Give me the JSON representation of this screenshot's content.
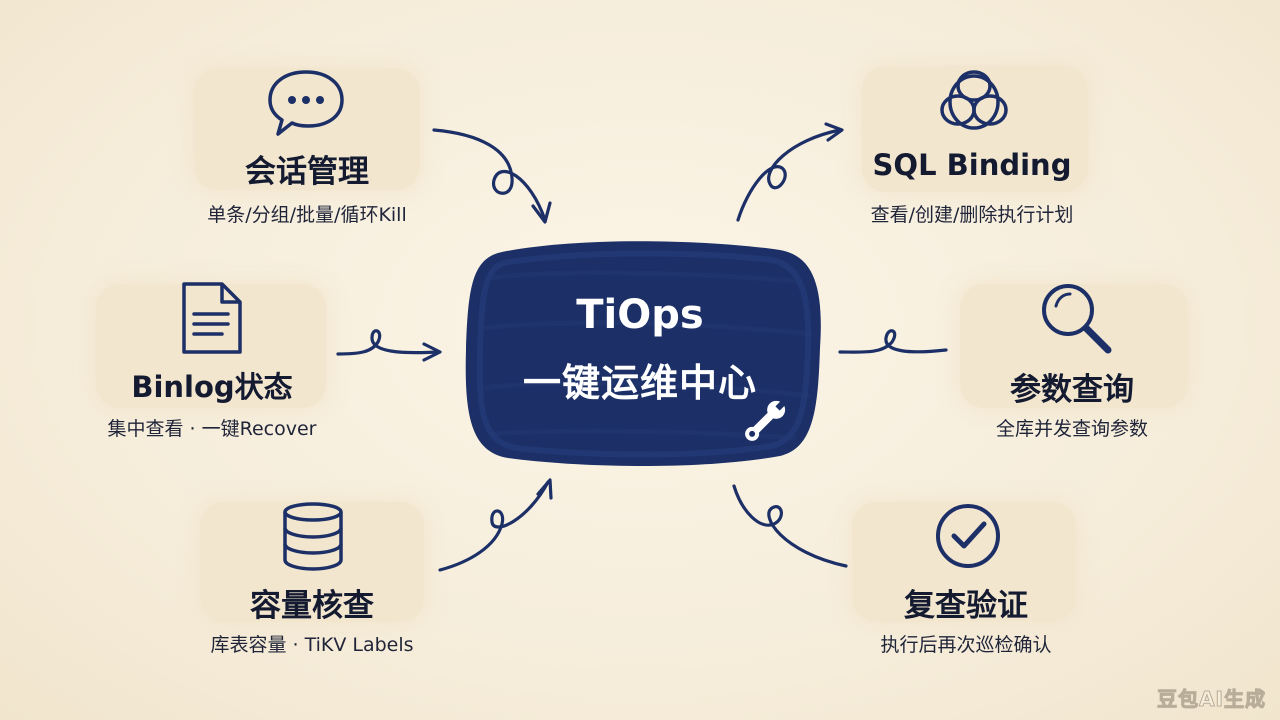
{
  "center": {
    "title": "TiOps",
    "subtitle": "一键运维中心"
  },
  "features": [
    {
      "title": "会话管理",
      "sub": "单条/分组/批量/循环Kill",
      "icon": "chat-bubble-icon"
    },
    {
      "title": "SQL Binding",
      "sub": "查看/创建/删除执行计划",
      "icon": "knot-icon"
    },
    {
      "title": "Binlog状态",
      "sub": "集中查看 · 一键Recover",
      "icon": "document-icon"
    },
    {
      "title": "参数查询",
      "sub": "全库并发查询参数",
      "icon": "search-icon"
    },
    {
      "title": "容量核查",
      "sub": "库表容量 · TiKV Labels",
      "icon": "database-icon"
    },
    {
      "title": "复查验证",
      "sub": "执行后再次巡检确认",
      "icon": "check-icon"
    }
  ],
  "colors": {
    "background": "#f7efdc",
    "card": "#f2e6cf",
    "accent": "#1c2f66",
    "text": "#141a30"
  },
  "watermark": "豆包AI生成"
}
